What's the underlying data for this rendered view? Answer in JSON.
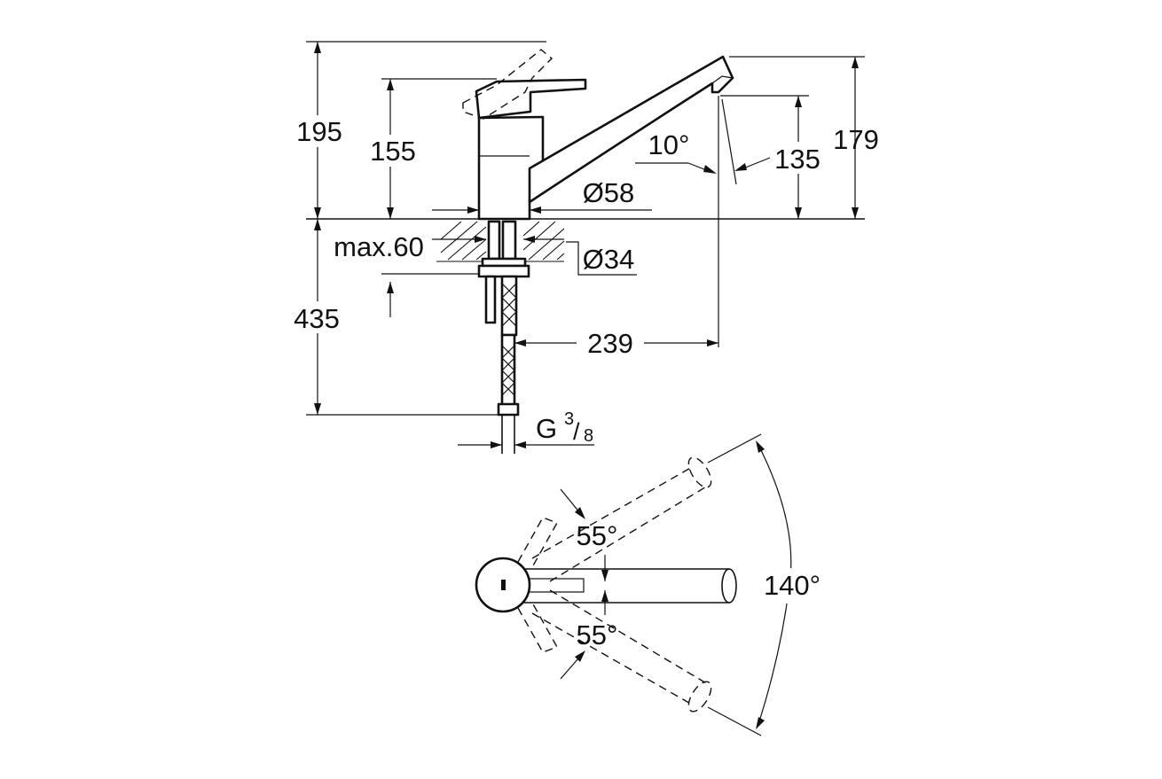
{
  "side_view": {
    "dims": {
      "height_total": "195",
      "height_lever": "155",
      "height_spout": "179",
      "height_outlet": "135",
      "angle_spout": "10°",
      "dia_body": "Ø58",
      "dia_hole": "Ø34",
      "max_thickness": "max.60",
      "below_counter": "435",
      "reach": "239",
      "thread_prefix": "G",
      "thread_num": "3",
      "thread_den": "8"
    }
  },
  "top_view": {
    "dims": {
      "angle_upper": "55°",
      "angle_lower": "55°",
      "angle_swivel": "140°"
    }
  }
}
